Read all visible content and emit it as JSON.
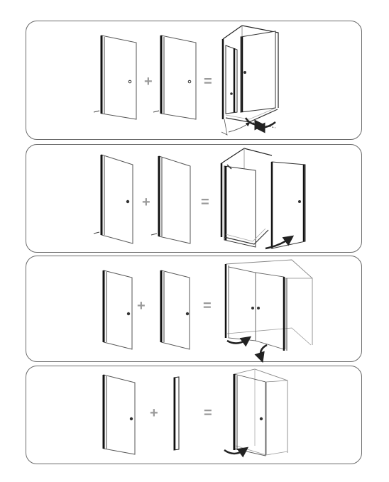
{
  "diagram": {
    "operators": {
      "plus": "+",
      "equals": "="
    },
    "rows": [
      {
        "name": "corner-entry-two-doors",
        "left": "door-panel",
        "right": "door-panel",
        "result": "corner-enclosure-double-door"
      },
      {
        "name": "door-and-side-panel",
        "left": "door-panel",
        "right": "fixed-panel",
        "result": "corner-enclosure-door-side"
      },
      {
        "name": "double-door-alcove",
        "left": "door-panel",
        "right": "door-panel",
        "result": "alcove-double-door"
      },
      {
        "name": "door-and-profile",
        "left": "door-panel",
        "right": "wall-profile",
        "result": "corner-enclosure-door-profile"
      }
    ],
    "colors": {
      "outline": "#6a6a6a",
      "frame": "#222222",
      "glass": "#ffffff",
      "operator": "#9a9a9a",
      "thin_line": "#555555"
    },
    "icons": [
      "door-panel-icon",
      "plus-icon",
      "equals-icon",
      "shower-enclosure-icon",
      "swing-arrow-icon"
    ]
  }
}
